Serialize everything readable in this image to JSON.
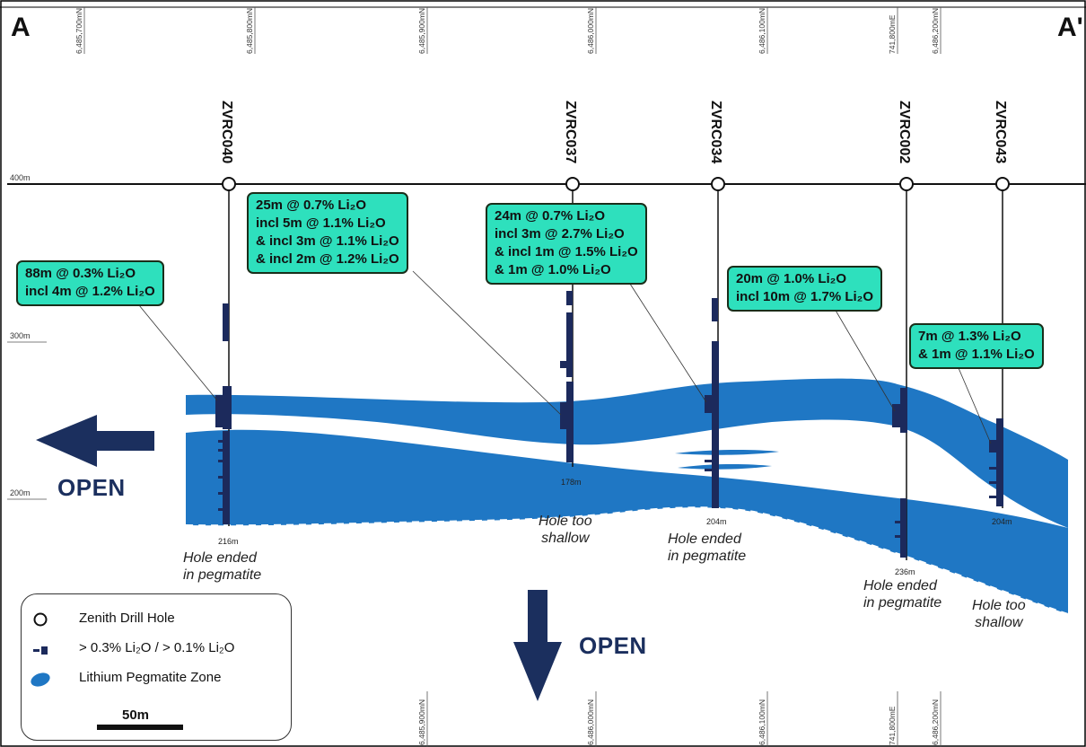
{
  "section": {
    "left_label": "A",
    "right_label": "A'",
    "open_left": "OPEN",
    "open_down": "OPEN"
  },
  "elevations": [
    "400m",
    "300m",
    "200m"
  ],
  "grid_top": [
    "6,485,700mN",
    "6,485,800mN",
    "6,485,900mN",
    "6,486,000mN",
    "6,486,100mN",
    "741,800mE",
    "6,486,200mN"
  ],
  "grid_bottom": [
    "6,485,900mN",
    "6,486,000mN",
    "6,486,100mN",
    "741,800mE",
    "6,486,200mN"
  ],
  "holes": [
    {
      "id": "ZVRC040",
      "depth": "216m"
    },
    {
      "id": "ZVRC037",
      "depth": "178m"
    },
    {
      "id": "ZVRC034",
      "depth": "204m"
    },
    {
      "id": "ZVRC002",
      "depth": "236m"
    },
    {
      "id": "ZVRC043",
      "depth": "204m"
    }
  ],
  "callouts": [
    {
      "hole": "ZVRC040",
      "lines": [
        "88m @ 0.3% Li₂O",
        "incl 4m @ 1.2% Li₂O"
      ]
    },
    {
      "hole": "ZVRC037",
      "lines": [
        "25m @ 0.7% Li₂O",
        "incl 5m @ 1.1% Li₂O",
        "& incl 3m @ 1.1% Li₂O",
        "& incl 2m @ 1.2% Li₂O"
      ]
    },
    {
      "hole": "ZVRC034",
      "lines": [
        "24m @ 0.7% Li₂O",
        "incl 3m @ 2.7% Li₂O",
        "& incl 1m @ 1.5% Li₂O",
        "& 1m @ 1.0% Li₂O"
      ]
    },
    {
      "hole": "ZVRC002",
      "lines": [
        "20m @ 1.0% Li₂O",
        "incl 10m @ 1.7% Li₂O"
      ]
    },
    {
      "hole": "ZVRC043",
      "lines": [
        "7m @ 1.3% Li₂O",
        "& 1m @ 1.1% Li₂O"
      ]
    }
  ],
  "notes": {
    "zvrc040": [
      "Hole ended",
      "in pegmatite"
    ],
    "zvrc037": [
      "Hole too",
      "shallow"
    ],
    "zvrc034": [
      "Hole ended",
      "in pegmatite"
    ],
    "zvrc002": [
      "Hole ended",
      "in pegmatite"
    ],
    "zvrc043": [
      "Hole too",
      "shallow"
    ]
  },
  "legend": {
    "drill_hole": "Zenith Drill Hole",
    "grade": "> 0.3% Li₂O / > 0.1% Li₂O",
    "zone": "Lithium Pegmatite Zone",
    "scale": "50m"
  },
  "colors": {
    "pegmatite": "#1f77c4",
    "intercept": "#1c2a5c",
    "callout": "#2ee0bd",
    "arrow": "#1b2f5e"
  }
}
